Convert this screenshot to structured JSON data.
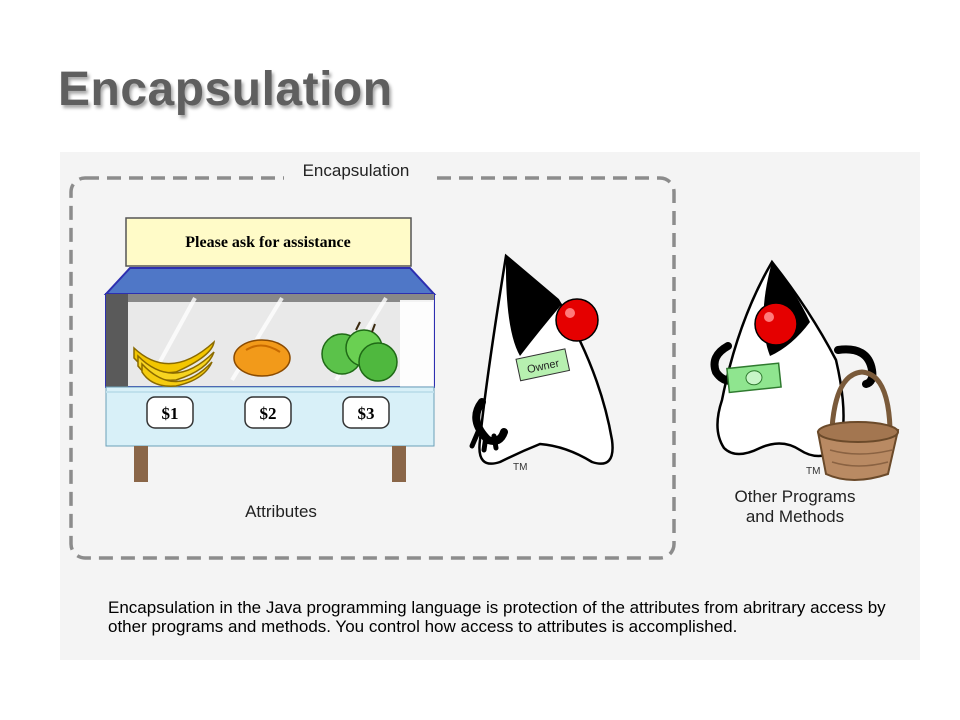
{
  "slide": {
    "title": "Encapsulation"
  },
  "diagram": {
    "boundary_label": "Encapsulation",
    "sign_text": "Please ask for assistance",
    "prices": [
      "$1",
      "$2",
      "$3"
    ],
    "attributes_label": "Attributes",
    "owner_tag": "Owner",
    "trademark_1": "TM",
    "trademark_2": "TM",
    "others_label_line1": "Other Programs",
    "others_label_line2": "and Methods"
  },
  "caption": {
    "text": "Encapsulation in the Java programming language is protection of the attributes from abritrary access by other programs and methods.  You control how access to attributes is accomplished."
  },
  "colors": {
    "title": "#5f5f5f",
    "sign_fill": "#fffbc8",
    "awning": "#4f77c7",
    "case_border": "#2d2fb0",
    "counter": "#d8f0f8",
    "duke_nose": "#e50000",
    "money": "#8fe58f",
    "basket": "#b98a63"
  },
  "icons": [
    "banana-icon",
    "orange-icon",
    "apple-icon",
    "duke-mascot-icon",
    "basket-icon",
    "money-icon"
  ]
}
